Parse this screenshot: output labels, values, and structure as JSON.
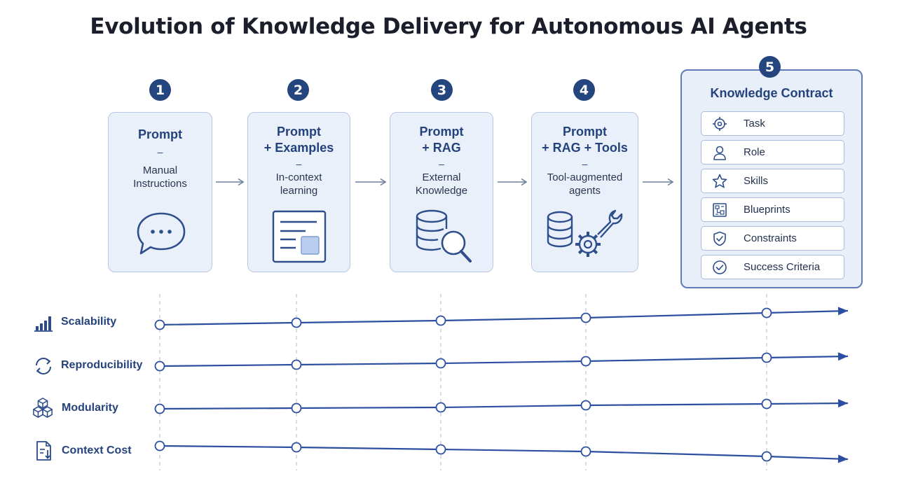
{
  "title": "Evolution of Knowledge Delivery for Autonomous AI Agents",
  "separator": "–",
  "stages": [
    {
      "number": "1",
      "title_lines": [
        "Prompt"
      ],
      "desc_lines": [
        "Manual",
        "Instructions"
      ],
      "icon": "chat-bubble-icon"
    },
    {
      "number": "2",
      "title_lines": [
        "Prompt",
        "+ Examples"
      ],
      "desc_lines": [
        "In-context",
        "learning"
      ],
      "icon": "document-icon"
    },
    {
      "number": "3",
      "title_lines": [
        "Prompt",
        "+ RAG"
      ],
      "desc_lines": [
        "External",
        "Knowledge"
      ],
      "icon": "database-search-icon"
    },
    {
      "number": "4",
      "title_lines": [
        "Prompt",
        "+ RAG + Tools"
      ],
      "desc_lines": [
        "Tool-augmented",
        "agents"
      ],
      "icon": "database-tools-icon"
    }
  ],
  "contract": {
    "number": "5",
    "title": "Knowledge Contract",
    "items": [
      {
        "label": "Task",
        "icon": "target-icon"
      },
      {
        "label": "Role",
        "icon": "person-icon"
      },
      {
        "label": "Skills",
        "icon": "star-icon"
      },
      {
        "label": "Blueprints",
        "icon": "blueprint-icon"
      },
      {
        "label": "Constraints",
        "icon": "shield-check-icon"
      },
      {
        "label": "Success Criteria",
        "icon": "check-circle-icon"
      }
    ]
  },
  "metrics": [
    {
      "label": "Scalability",
      "icon": "bar-chart-icon"
    },
    {
      "label": "Reproducibility",
      "icon": "refresh-icon"
    },
    {
      "label": "Modularity",
      "icon": "cubes-icon"
    },
    {
      "label": "Context Cost",
      "icon": "document-down-icon"
    }
  ],
  "colors": {
    "accent": "#25457f",
    "line": "#2c4ea0",
    "card_fill": "#eaf0fa",
    "card_border": "#b9c8e2"
  }
}
